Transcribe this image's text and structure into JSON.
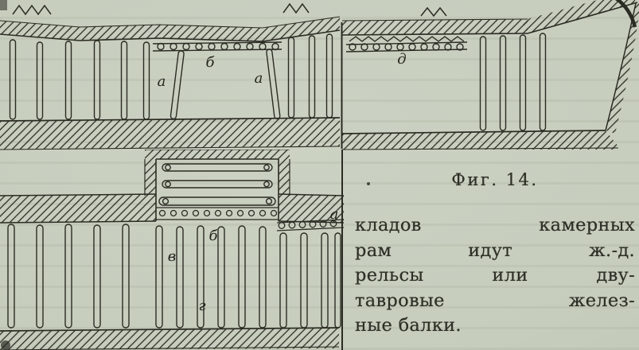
{
  "page": {
    "bg_color": "#c8cebf",
    "ink_color": "#2a2b23"
  },
  "figure": {
    "caption": "Фиг. 14.",
    "labels": {
      "top_left_a_left": "а",
      "top_left_b": "б",
      "top_left_a_right": "а",
      "top_right_d": "д",
      "bottom_b": "б",
      "bottom_a": "а",
      "bottom_v": "в",
      "bottom_g": "г"
    }
  },
  "body_text": {
    "lines": [
      "кладов камерных",
      "рам идут ж.-д.",
      "рельсы или дву-",
      "тавровые желез-",
      "ные балки."
    ]
  }
}
